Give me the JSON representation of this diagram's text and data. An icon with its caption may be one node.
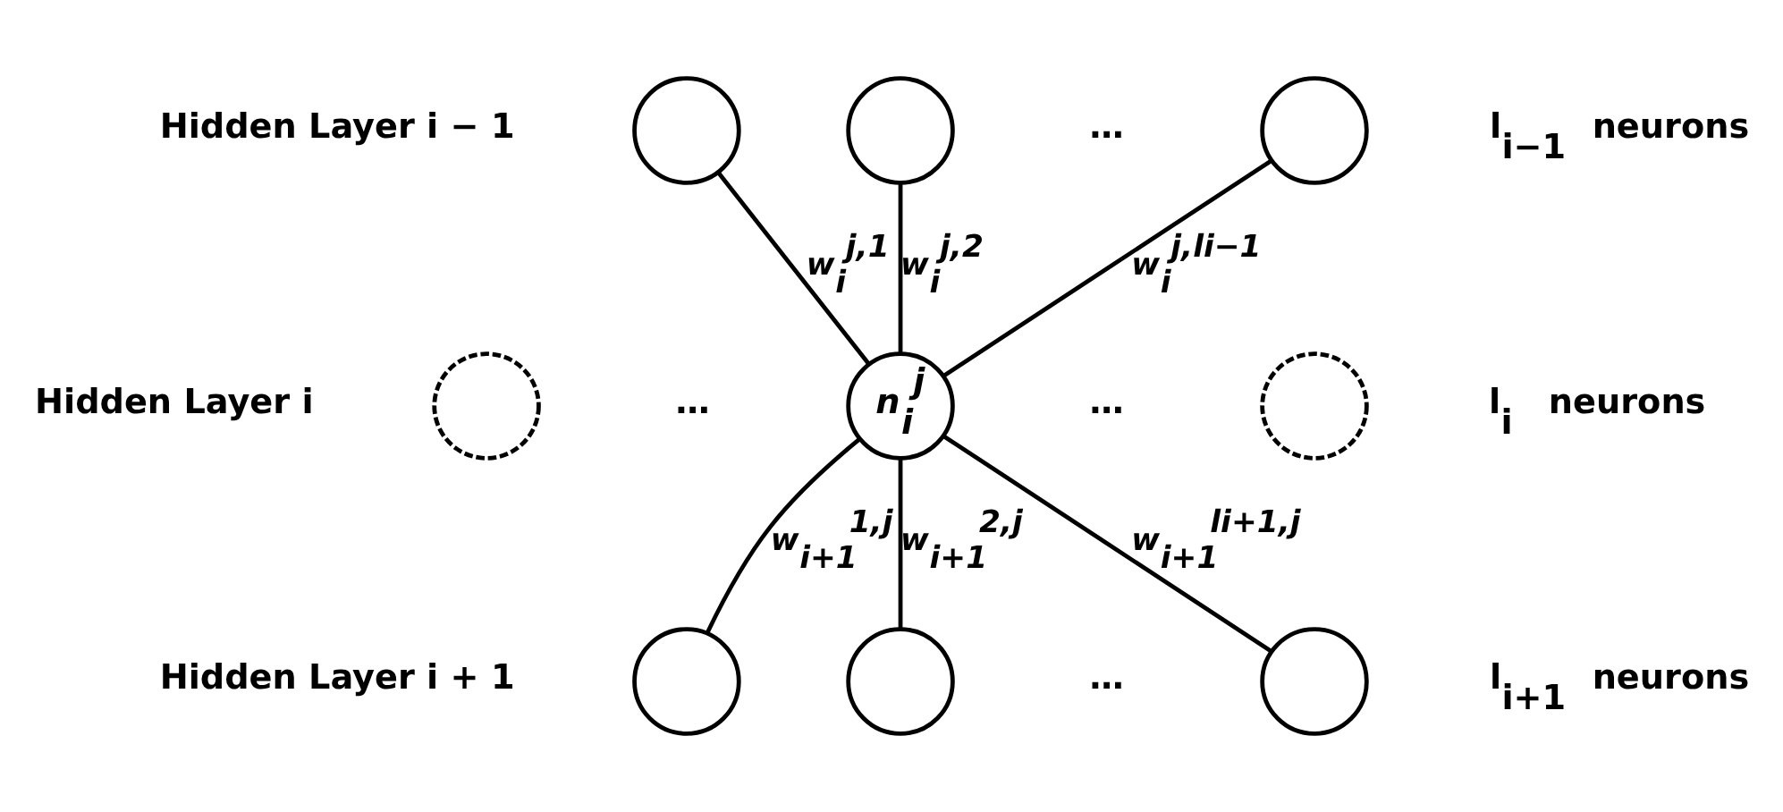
{
  "diagram": {
    "nodes": [
      {
        "text": [],
        "shape": "circle"
      },
      {
        "text": [],
        "shape": "circle"
      },
      {
        "text": [],
        "shape": "circle"
      },
      {
        "text": [],
        "shape": "circle"
      },
      {
        "text": [
          "n$_{i}$$^{j}$"
        ]
      },
      {
        "text": [],
        "shape": "circle"
      },
      {
        "text": [],
        "shape": "circle"
      },
      {
        "text": [],
        "shape": "circle"
      },
      {
        "text": [],
        "shape": "circle"
      }
    ],
    "edges": [
      {
        "from": 0,
        "to": 4,
        "arrow": "none",
        "label": "w$_{i}$$^{j,1}$"
      },
      {
        "from": 1,
        "to": 4,
        "arrow": "none",
        "label": "w$_{i}$$^{j,2}$"
      },
      {
        "from": 2,
        "to": 4,
        "arrow": "none",
        "label": "w$_{i}$$^{j,li−1}$"
      },
      {
        "from": 4,
        "to": 6,
        "arrow": "none",
        "label": "w$_{i+1}$$^{1,j}$"
      },
      {
        "from": 4,
        "to": 7,
        "arrow": "none",
        "label": "w$_{i+1}$$^{2,j}$"
      },
      {
        "from": 4,
        "to": 8,
        "arrow": "none",
        "label": "w$_{i+1}$$^{li+1,j}$"
      }
    ],
    "labels": [
      "Hidden Layer i − 1",
      "…",
      "l$_{i−1}$ neurons",
      "Hidden Layer i",
      "…",
      "…",
      "l$_{i}$ neurons",
      "Hidden Layer i + 1",
      "…",
      "l$_{i+1}$ neurons"
    ]
  }
}
